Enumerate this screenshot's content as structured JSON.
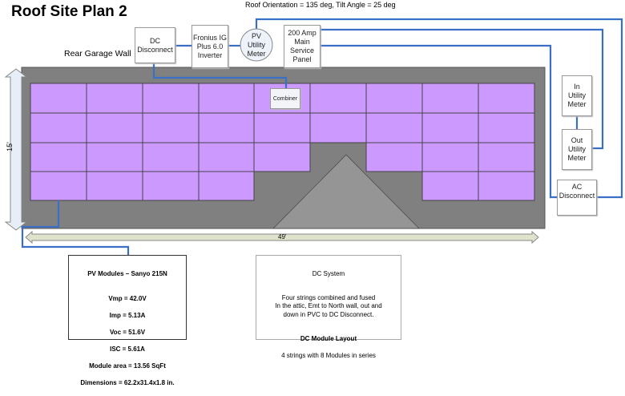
{
  "title": "Roof Site Plan 2",
  "orientation": "Roof Orientation = 135 deg, Tilt Angle = 25 deg",
  "wall_label": "Rear Garage Wall",
  "components": {
    "dc_disconnect": "DC\nDisconnect",
    "inverter": "Fronius IG\nPlus 6.0\nInverter",
    "pv_meter": "PV\nUtility\nMeter",
    "service_panel": "200 Amp\nMain\nService\nPanel",
    "combiner": "Combiner",
    "in_meter": "In\nUtility\nMeter",
    "out_meter": "Out\nUtility\nMeter",
    "ac_disconnect": "AC\nDisconnect"
  },
  "dimensions": {
    "height": "15'",
    "width": "49'"
  },
  "panel_rows": [
    [
      1,
      1,
      1,
      1,
      1,
      1,
      1,
      1,
      1
    ],
    [
      1,
      1,
      1,
      1,
      1,
      1,
      1,
      1,
      1
    ],
    [
      1,
      1,
      1,
      1,
      1,
      0,
      1,
      1,
      1
    ],
    [
      1,
      1,
      1,
      1,
      0,
      0,
      0,
      1,
      1
    ]
  ],
  "colors": {
    "panel": "#cc99ff",
    "roof": "#808080",
    "wire": "#3a6fc4"
  },
  "modules": {
    "heading": "PV Modules – Sanyo 215N",
    "specs": [
      "Vmp = 42.0V",
      "Imp  = 5.13A",
      "Voc  = 51.6V",
      "ISC  = 5.61A",
      "Module area = 13.56 SqFt",
      "Dimensions = 62.2x31.4x1.8 in."
    ]
  },
  "dc_system": {
    "heading": "DC System",
    "text": "Four strings combined and fused\nIn the attic, Emt to North wall, out and\ndown in PVC to DC Disconnect.",
    "layout_heading": "DC Module Layout",
    "layout_text": "4 strings with 8 Modules in series"
  }
}
